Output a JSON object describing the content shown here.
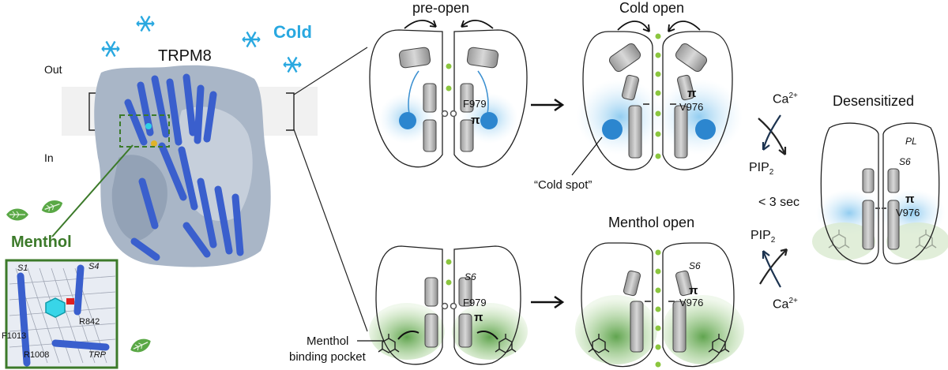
{
  "left": {
    "cold": "Cold",
    "protein": "TRPM8",
    "out": "Out",
    "in": "In",
    "menthol": "Menthol",
    "inset": {
      "s1": "S1",
      "s4": "S4",
      "r842": "R842",
      "f1013": "F1013",
      "r1008": "R1008",
      "trp": "TRP"
    }
  },
  "states": {
    "pre_open": "pre-open",
    "cold_open": "Cold open",
    "menthol_open": "Menthol open",
    "desensitized": "Desensitized"
  },
  "residues": {
    "f979": "F979",
    "v976": "V976",
    "pi": "π"
  },
  "labels": {
    "cold_spot": "“Cold spot”",
    "pocket_line1": "Menthol",
    "pocket_line2": "binding pocket",
    "s6": "S6",
    "pl": "PL",
    "ca": "Ca",
    "pip": "PIP",
    "time": "< 3 sec"
  },
  "colors": {
    "cold_blue": "#29a8e0",
    "menthol_green": "#3c7a2a",
    "helix_blue": "#3a5fcd",
    "ion_green": "#8bc63f"
  }
}
